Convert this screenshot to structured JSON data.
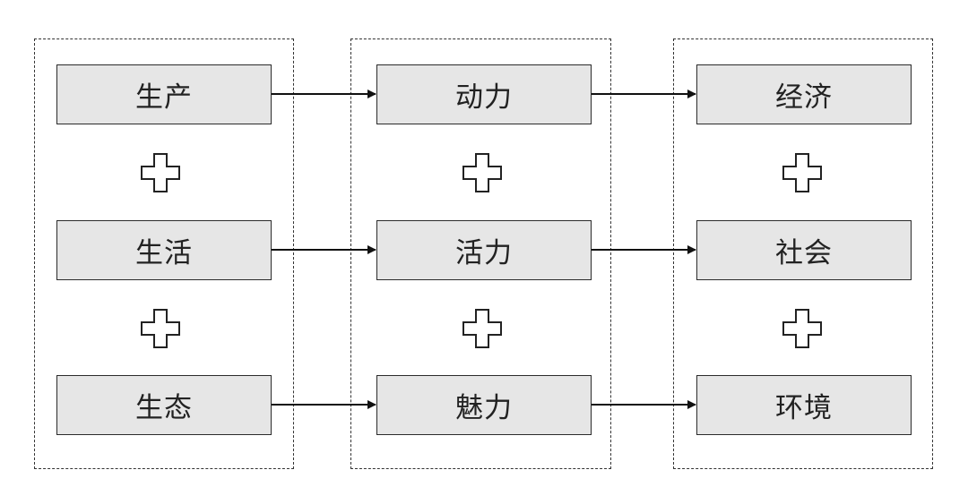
{
  "columns": [
    {
      "items": [
        "生产",
        "生活",
        "生态"
      ]
    },
    {
      "items": [
        "动力",
        "活力",
        "魅力"
      ]
    },
    {
      "items": [
        "经济",
        "社会",
        "环境"
      ]
    }
  ],
  "operator": "+",
  "colors": {
    "box_fill": "#e6e6e6",
    "border": "#2b2b2b",
    "arrow": "#111111"
  }
}
